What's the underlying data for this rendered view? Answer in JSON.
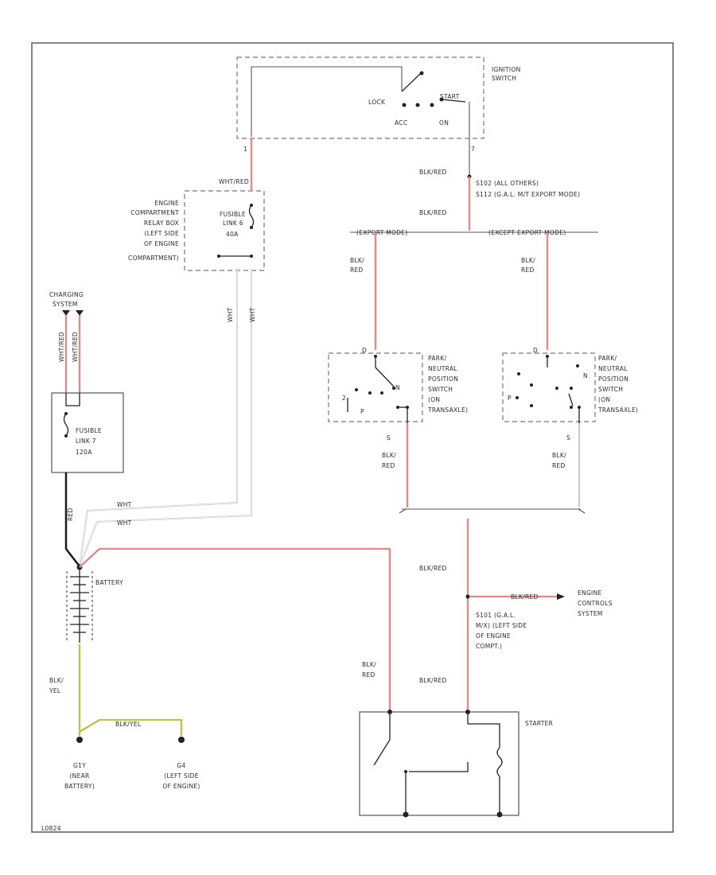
{
  "labels": {
    "ignition_switch": [
      "IGNITION",
      "SWITCH"
    ],
    "lock": "LOCK",
    "start": "START",
    "acc": "ACC",
    "on": "ON",
    "pin1": "1",
    "pin7": "7",
    "wht_red_top": "WHT/RED",
    "engine_relay_box": [
      "ENGINE",
      "COMPARTMENT",
      "RELAY BOX",
      "(LEFT SIDE",
      "OF ENGINE",
      "COMPARTMENT)"
    ],
    "fusible_link_6": [
      "FUSIBLE",
      "LINK 6",
      "40A"
    ],
    "blk_red_1": "BLK/RED",
    "s102": [
      "S102 (ALL OTHERS)",
      "S112 (G.A.L. M/T EXPORT MODE)"
    ],
    "blk_red_2": "BLK/RED",
    "export_mode": "(EXPORT MODE)",
    "except_export": "(EXCEPT EXPORT MODE)",
    "blk_red_left": [
      "BLK/",
      "RED"
    ],
    "blk_red_right": [
      "BLK/",
      "RED"
    ],
    "pn_switch_left": [
      "PARK/",
      "NEUTRAL",
      "POSITION",
      "SWITCH",
      "(ON",
      "TRANSAXLE)"
    ],
    "pn_switch_right": [
      "PARK/",
      "NEUTRAL",
      "POSITION",
      "SWITCH",
      "(ON",
      "TRANSAXLE)"
    ],
    "pn_left_pins": [
      "D",
      "2",
      "P",
      "N"
    ],
    "pn_right_pins": [
      "D",
      "P",
      "N"
    ],
    "pin_s_left": "S",
    "pin_s_right": "S",
    "blk_red_left_lower": [
      "BLK/",
      "RED"
    ],
    "blk_red_right_lower": [
      "BLK/",
      "RED"
    ],
    "charging_system": [
      "CHARGING",
      "SYSTEM"
    ],
    "wht_red_vert_1": "WHT/RED",
    "wht_red_vert_2": "WHT/RED",
    "wht_vert_1": "WHT",
    "wht_vert_2": "WHT",
    "fusible_link_7": [
      "FUSIBLE",
      "LINK 7",
      "120A"
    ],
    "red_label": "RED",
    "wht_h1": "WHT",
    "wht_h2": "WHT",
    "battery": "BATTERY",
    "blk_red_3": "BLK/RED",
    "blk_red_engine": "BLK/RED",
    "engine_controls": [
      "ENGINE",
      "CONTROLS",
      "SYSTEM"
    ],
    "s101": [
      "S101 (G.A.L.",
      "M/X) (LEFT SIDE",
      "OF ENGINE",
      "COMPT.)"
    ],
    "blk_red_4": "BLK/RED",
    "blk_red_starter_left": [
      "BLK/",
      "RED"
    ],
    "blk_yel": [
      "BLK/",
      "YEL"
    ],
    "blk_yel_h": "BLK/YEL",
    "g1": [
      "G1Y",
      "(NEAR",
      "BATTERY)"
    ],
    "g2": [
      "G4",
      "(LEFT SIDE",
      "OF ENGINE)"
    ],
    "starter": "STARTER",
    "figure_id": "L0824"
  },
  "colors": {
    "red_wire": "#e0a8a8",
    "white_wire": "#c8c8c8",
    "black_wire": "#1a1a1a",
    "yellow_wire": "#d8d870"
  }
}
